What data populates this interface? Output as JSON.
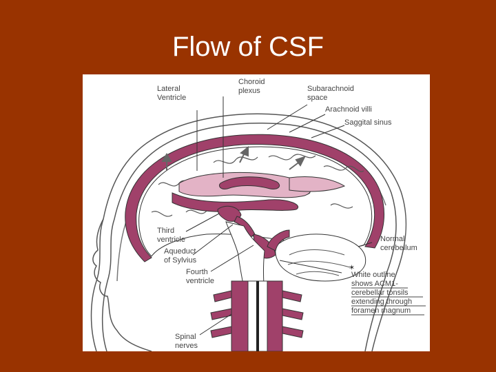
{
  "title": "Flow of CSF",
  "diagram": {
    "labels": {
      "lateral_ventricle": [
        "Lateral",
        "Ventricle"
      ],
      "choroid_plexus": [
        "Choroid",
        "plexus"
      ],
      "subarachnoid_space": [
        "Subarachnoid",
        "space"
      ],
      "arachnoid_villi": "Arachnoid villi",
      "sagittal_sinus": "Saggital sinus",
      "third_ventricle": [
        "Third",
        "ventricle"
      ],
      "aqueduct": [
        "Aqueduct",
        "of Sylvius"
      ],
      "fourth_ventricle": [
        "Fourth",
        "ventricle"
      ],
      "normal_cerebellum": [
        "Normal",
        "cerebellum"
      ],
      "white_outline": [
        "White outline",
        "shows ACM1-",
        "cerebellar tonsils",
        "extending through",
        "foramen magnum"
      ],
      "spinal_nerves": [
        "Spinal",
        "nerves"
      ]
    },
    "colors": {
      "csf_fill": "#a0416a",
      "ventricle_light": "#e3b3c6",
      "outline": "#333333",
      "background": "#993300"
    }
  }
}
